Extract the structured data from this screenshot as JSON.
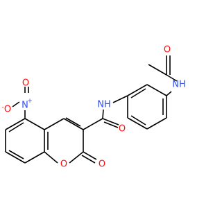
{
  "colors": {
    "carbon_bond": "#000000",
    "oxygen": "#ff0d0d",
    "nitrogen": "#3050f8"
  },
  "atoms": {
    "o_acetyl": "O",
    "nh_amide_top": "NH",
    "nh_amide_mid": "NH",
    "o_amide": "O",
    "n_nitro": "N",
    "n_nitro_charge": "+",
    "o_nitro_top": "O",
    "o_nitro_left": "O",
    "o_nitro_left_charge": "-",
    "o_ring": "O",
    "o_lactone": "O"
  }
}
